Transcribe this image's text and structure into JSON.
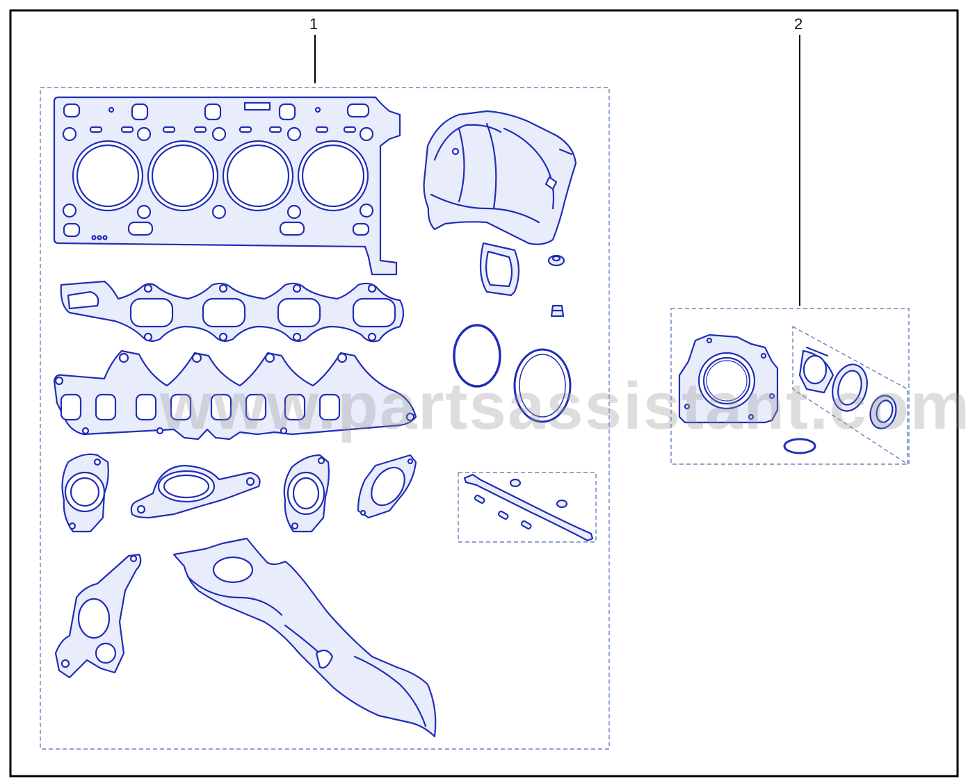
{
  "callouts": {
    "part1": "1",
    "part2": "2"
  },
  "watermark": "www.partsassistant.com",
  "colors": {
    "line": "#1f2db8",
    "fill": "#e9ecfb",
    "frame": "#000000",
    "dash": "#4a6fb5"
  }
}
